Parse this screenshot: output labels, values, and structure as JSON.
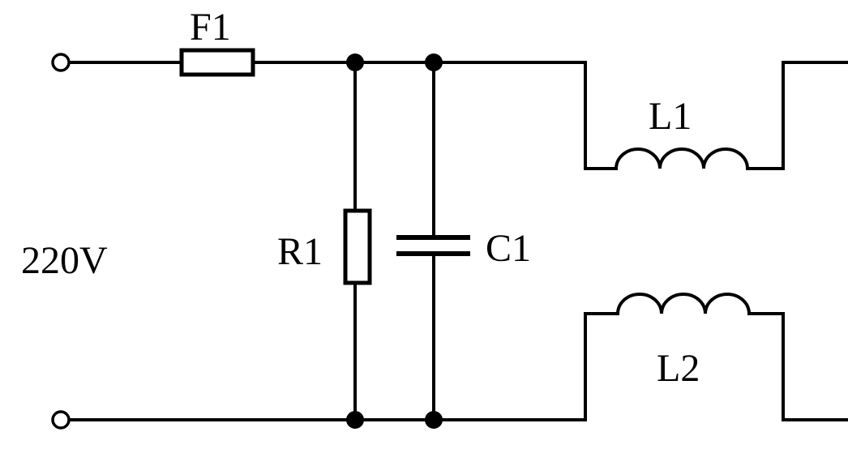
{
  "diagram": {
    "source_label": "220V",
    "components": {
      "fuse": "F1",
      "resistor": "R1",
      "capacitor": "C1",
      "inductor_top": "L1",
      "inductor_bottom": "L2"
    }
  }
}
